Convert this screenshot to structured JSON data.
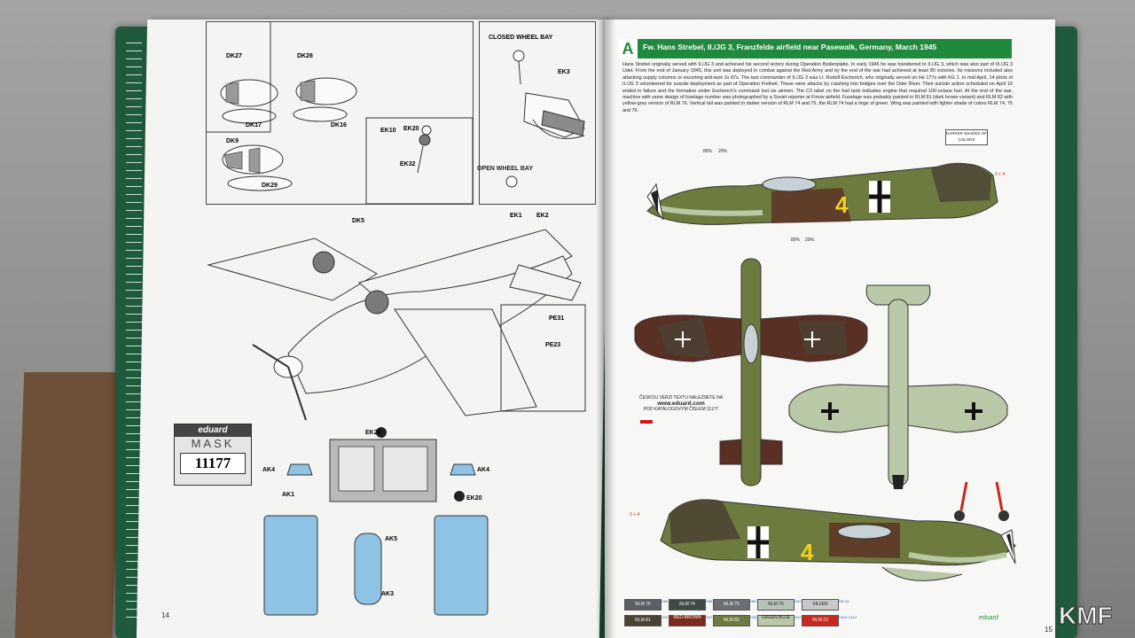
{
  "left_page": {
    "page_number": "14",
    "closed_wheel_bay": "CLOSED WHEEL BAY",
    "open_wheel_bay": "OPEN WHEEL BAY",
    "part_labels": {
      "dk27": "DK27",
      "dk26": "DK26",
      "dk17": "DK17",
      "dk16": "DK16",
      "dk9": "DK9",
      "dk29": "DK29",
      "dk5": "DK5",
      "ek3": "EK3",
      "ek10": "EK10",
      "ek20": "EK20",
      "ek32": "EK32",
      "ek1": "EK1",
      "ek2": "EK2",
      "pe31": "PE31",
      "pe23": "PE23",
      "ek20b": "EK20",
      "ak4a": "AK4",
      "ak4b": "AK4",
      "ak1": "AK1",
      "ak5": "AK5",
      "ak3": "AK3",
      "ek20c": "EK20"
    },
    "mask_logo": {
      "brand": "eduard",
      "word": "MASK",
      "number": "11177"
    }
  },
  "right_page": {
    "page_number": "15",
    "profile_letter": "A",
    "title": "Fw. Hans Strebel, II./JG 3, Franzfelde airfield near Pasewalk, Germany, March 1945",
    "description": "Hans Strebel originally served with 9./JG 3 and achieved his second victory during Operation Bodenplatte. In early 1945 he was transferred to II./JG 3, which was also part of III./JG 3 Udet. From the end of January 1945, this unit was deployed in combat against the Red Army and by the end of the war had achieved at least 80 victories. Its missions included also attacking supply columns or escorting anti-tank Ju 87s. The last commander of II./JG 3 was Lt. Rudolf Escherich, who originally served on He 177s with KG 1. In mid-April, 14 pilots of II./JG 3 volunteered for suicide deployment as part of Operation Freiheit. These were attacks by crashing into bridges over the Oder River. Their suicide action scheduled on April 16 ended in failure and the formation under Escherich's command lost six airmen. The C3 label on the fuel tank indicates engine that required 100-octane fuel. At the end of the war, machine with same design of fuselage number was photographed by a Soviet reporter at Finow airfield. Fuselage was probably painted in RLM 81 (dark brown variant) and RLM 82 with yellow-grey version of RLM 76. Vertical tail was painted in darker version of RLM 74 and 75, the RLM 74 had a tinge of green. Wing was painted with lighter shade of colors RLM 74, 75 and 76.",
    "darker_shades": "DARKER SHADES OF COLORS",
    "czech_note": [
      "ČESKOU VERZI TEXTU NALEZNETE NA",
      "www.eduard.com",
      "POD KATALOGOVÝM ČÍSLEM 11177"
    ],
    "fuselage_number": "4",
    "callouts": {
      "c3p4": "3 + 4",
      "c3p4b": "3 + 4",
      "pct80": "80%",
      "pct20": "20%",
      "pct80b": "80%",
      "pct20b": "20%"
    },
    "colors": [
      {
        "name": "RLM 75",
        "codes": "H69 C36",
        "hex": "#5b5e63"
      },
      {
        "name": "RLM 74",
        "codes": "H68 C36",
        "hex": "#3f4a44"
      },
      {
        "name": "RLM 75",
        "codes": "H69 C37",
        "hex": "#6b6f74"
      },
      {
        "name": "RLM 76",
        "codes": "H417 C117",
        "hex": "#b8c1b9"
      },
      {
        "name": "SILVER",
        "codes": "H8 C8",
        "hex": "#c8c8c8"
      },
      {
        "name": "RLM 81",
        "codes": "H421 C121",
        "hex": "#4b4234"
      },
      {
        "name": "RED BROWN",
        "codes": "H47 C41",
        "hex": "#7a2b1e"
      },
      {
        "name": "RLM 82",
        "codes": "H422 C122",
        "hex": "#6d7b3e"
      },
      {
        "name": "GREEN BLUE",
        "codes": "H417 C117",
        "hex": "#b9c9a8"
      },
      {
        "name": "RLM 23",
        "codes": "H414 C114",
        "hex": "#c8281e"
      }
    ],
    "brand": "eduard"
  },
  "watermark": "KMF"
}
